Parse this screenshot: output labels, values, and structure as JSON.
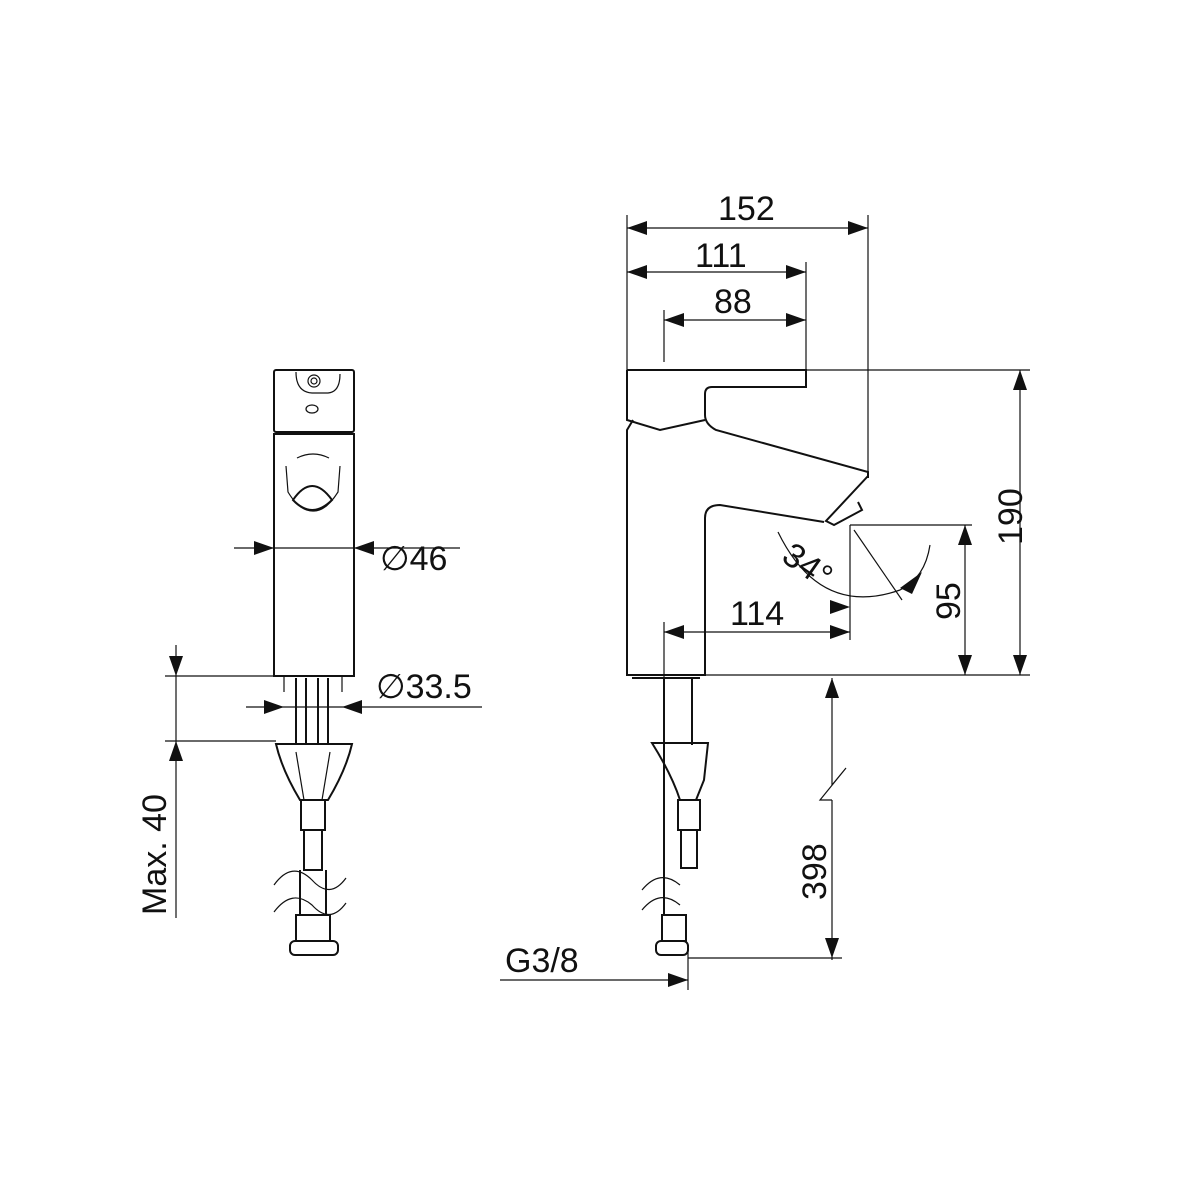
{
  "views": {
    "front": {
      "dimensions": {
        "body_diameter": "∅46",
        "shank_diameter": "∅33.5",
        "max_thickness": "Max. 40"
      }
    },
    "side": {
      "dimensions": {
        "overall_length": "152",
        "handle_length": "111",
        "handle_inner": "88",
        "height": "190",
        "spout_height": "95",
        "spout_reach": "114",
        "hose_length": "398",
        "swivel_angle": "34°",
        "connection": "G3/8"
      }
    }
  }
}
